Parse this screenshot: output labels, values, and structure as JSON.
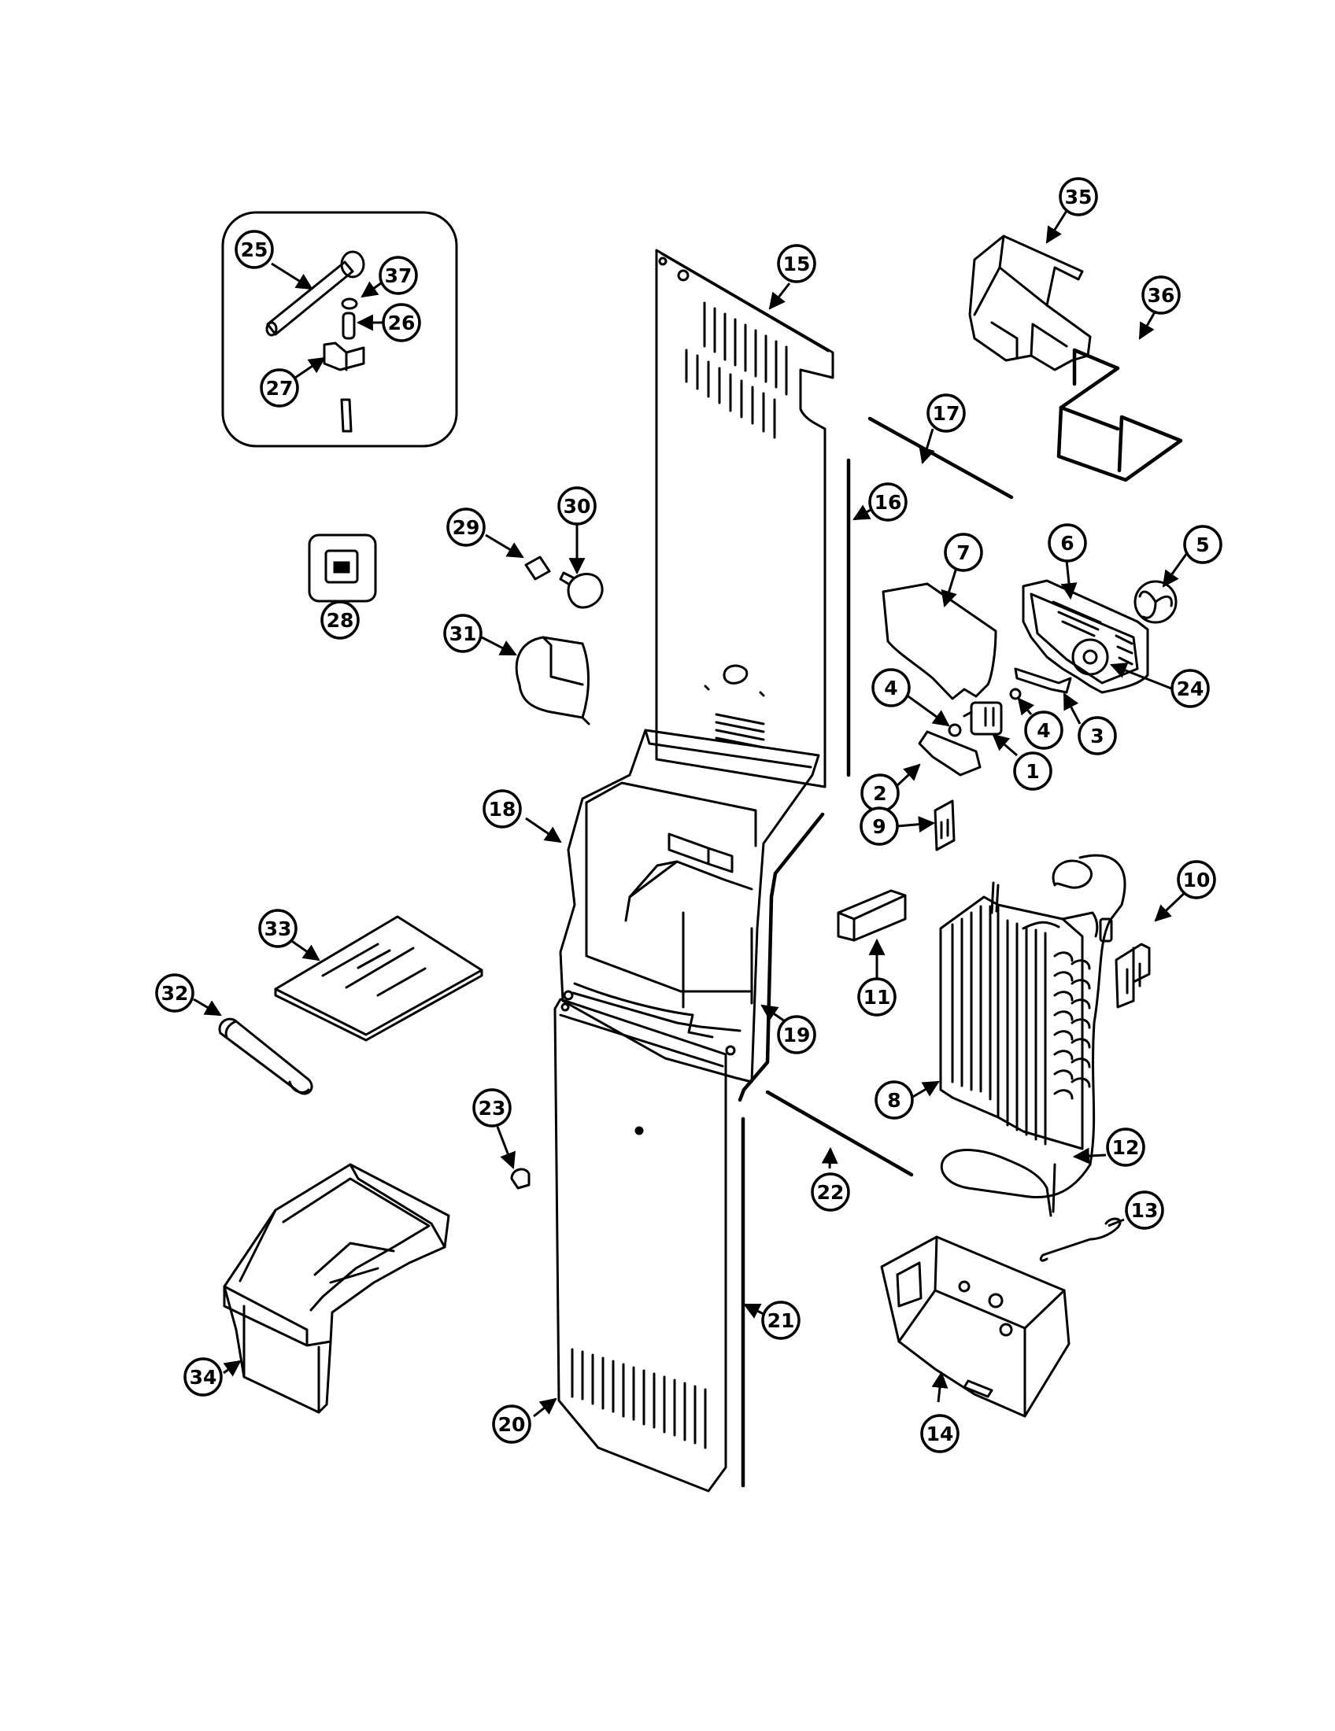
{
  "callouts": [
    "1",
    "2",
    "3",
    "4",
    "4",
    "5",
    "6",
    "7",
    "8",
    "9",
    "10",
    "11",
    "12",
    "13",
    "14",
    "15",
    "16",
    "17",
    "18",
    "19",
    "20",
    "21",
    "22",
    "23",
    "24",
    "25",
    "26",
    "27",
    "28",
    "29",
    "30",
    "31",
    "32",
    "33",
    "34",
    "35",
    "36",
    "37"
  ]
}
